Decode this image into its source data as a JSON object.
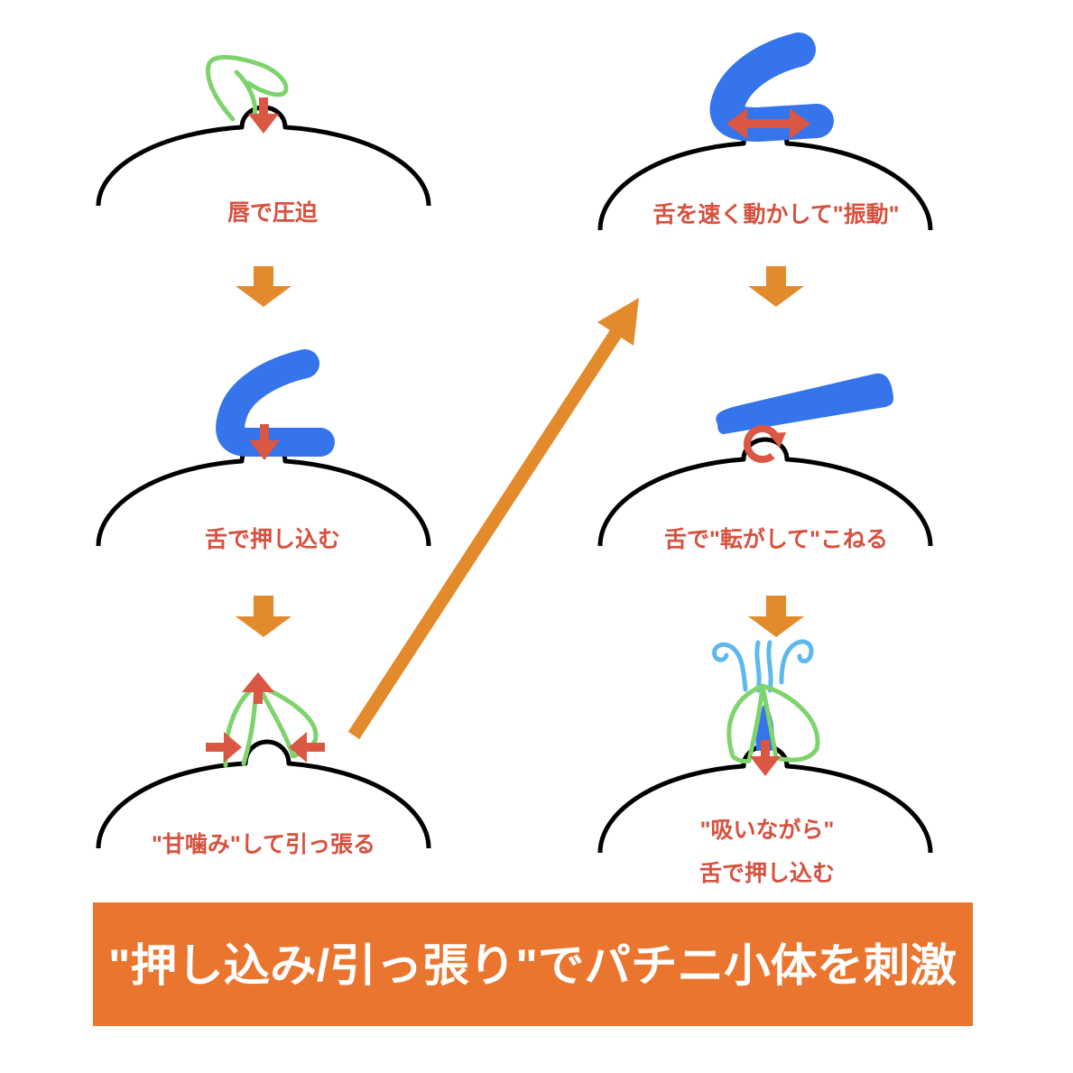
{
  "panels": {
    "left": [
      {
        "caption": "唇で圧迫"
      },
      {
        "caption": "舌で押し込む"
      },
      {
        "caption": "\"甘噛み\"して引っ張る"
      }
    ],
    "right": [
      {
        "caption": "舌を速く動かして\"振動\""
      },
      {
        "caption": "舌で\"転がして\"こねる"
      },
      {
        "caption_line1": "\"吸いながら\"",
        "caption_line2": "舌で押し込む"
      }
    ]
  },
  "banner": {
    "text": "\"押し込み/引っ張り\"でパチニ小体を刺激"
  },
  "colors": {
    "caption": "#D6513E",
    "pressure_arrow": "#D95743",
    "step_arrow": "#E38B2C",
    "lips": "#7ED36C",
    "tongue": "#3574EB",
    "suction": "#5DB8EE",
    "banner_bg": "#E9752F",
    "banner_text": "#FFFFFF",
    "outline": "#000000"
  }
}
